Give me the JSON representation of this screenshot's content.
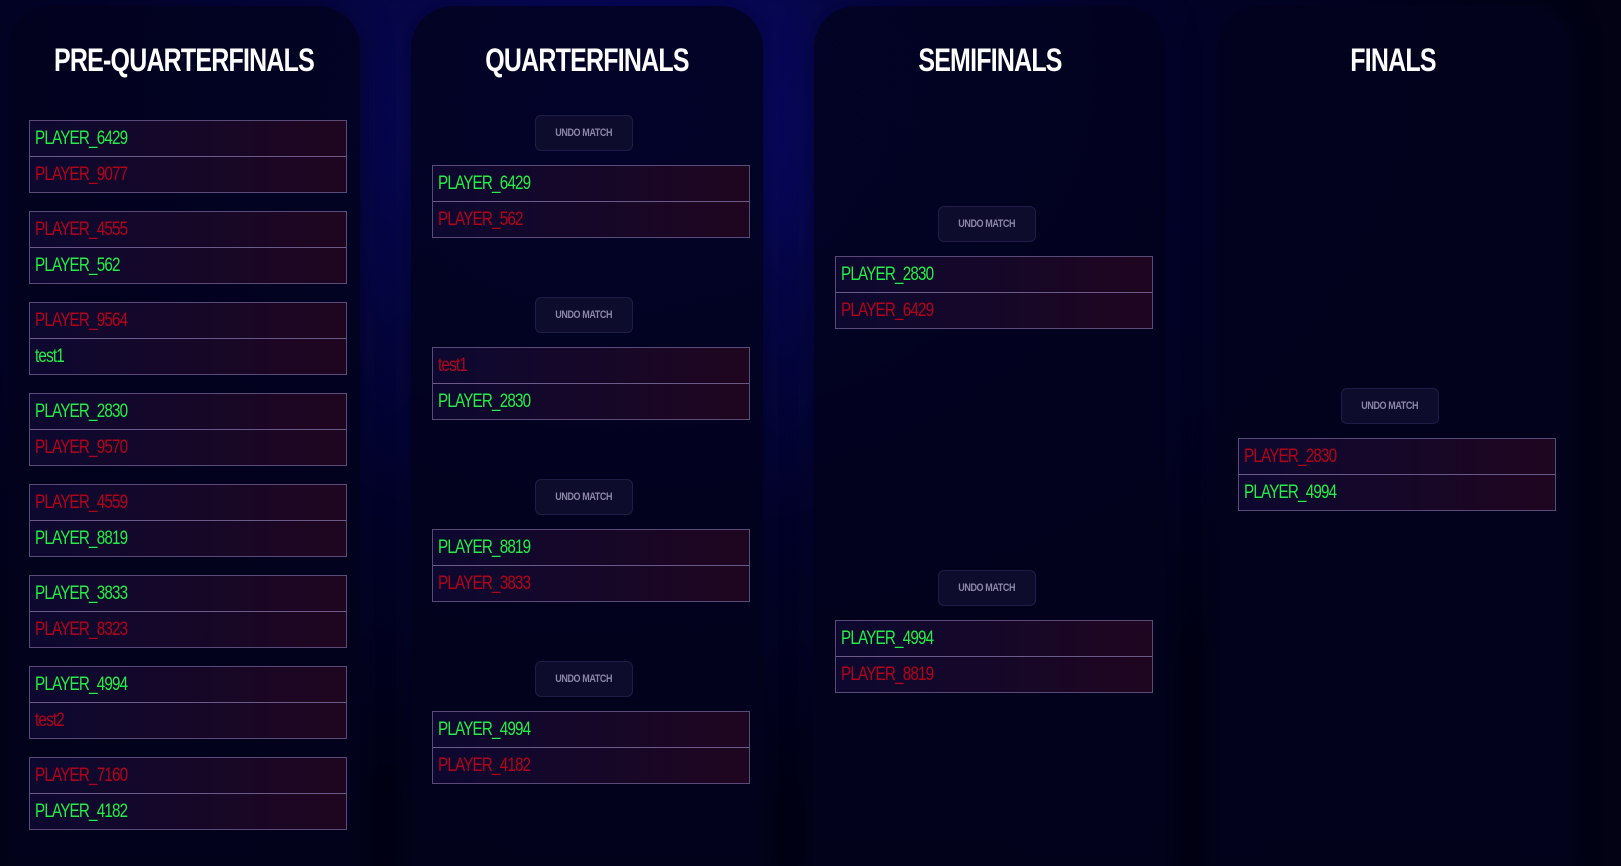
{
  "colors": {
    "winner": "#22ee44",
    "loser": "#b5001a",
    "title": "#ffffff"
  },
  "undo_label": "UNDO MATCH",
  "rounds": [
    {
      "title": "PRE-QUARTERFINALS",
      "matches": [
        {
          "top": {
            "name": "PLAYER_6429",
            "status": "win"
          },
          "bottom": {
            "name": "PLAYER_9077",
            "status": "lose"
          }
        },
        {
          "top": {
            "name": "PLAYER_4555",
            "status": "lose"
          },
          "bottom": {
            "name": "PLAYER_562",
            "status": "win"
          }
        },
        {
          "top": {
            "name": "PLAYER_9564",
            "status": "lose"
          },
          "bottom": {
            "name": "test1",
            "status": "win"
          }
        },
        {
          "top": {
            "name": "PLAYER_2830",
            "status": "win"
          },
          "bottom": {
            "name": "PLAYER_9570",
            "status": "lose"
          }
        },
        {
          "top": {
            "name": "PLAYER_4559",
            "status": "lose"
          },
          "bottom": {
            "name": "PLAYER_8819",
            "status": "win"
          }
        },
        {
          "top": {
            "name": "PLAYER_3833",
            "status": "win"
          },
          "bottom": {
            "name": "PLAYER_8323",
            "status": "lose"
          }
        },
        {
          "top": {
            "name": "PLAYER_4994",
            "status": "win"
          },
          "bottom": {
            "name": "test2",
            "status": "lose"
          }
        },
        {
          "top": {
            "name": "PLAYER_7160",
            "status": "lose"
          },
          "bottom": {
            "name": "PLAYER_4182",
            "status": "win"
          }
        }
      ]
    },
    {
      "title": "QUARTERFINALS",
      "matches": [
        {
          "top": {
            "name": "PLAYER_6429",
            "status": "win"
          },
          "bottom": {
            "name": "PLAYER_562",
            "status": "lose"
          }
        },
        {
          "top": {
            "name": "test1",
            "status": "lose"
          },
          "bottom": {
            "name": "PLAYER_2830",
            "status": "win"
          }
        },
        {
          "top": {
            "name": "PLAYER_8819",
            "status": "win"
          },
          "bottom": {
            "name": "PLAYER_3833",
            "status": "lose"
          }
        },
        {
          "top": {
            "name": "PLAYER_4994",
            "status": "win"
          },
          "bottom": {
            "name": "PLAYER_4182",
            "status": "lose"
          }
        }
      ]
    },
    {
      "title": "SEMIFINALS",
      "matches": [
        {
          "top": {
            "name": "PLAYER_2830",
            "status": "win"
          },
          "bottom": {
            "name": "PLAYER_6429",
            "status": "lose"
          }
        },
        {
          "top": {
            "name": "PLAYER_4994",
            "status": "win"
          },
          "bottom": {
            "name": "PLAYER_8819",
            "status": "lose"
          }
        }
      ]
    },
    {
      "title": "FINALS",
      "matches": [
        {
          "top": {
            "name": "PLAYER_2830",
            "status": "lose"
          },
          "bottom": {
            "name": "PLAYER_4994",
            "status": "win"
          }
        }
      ]
    }
  ]
}
